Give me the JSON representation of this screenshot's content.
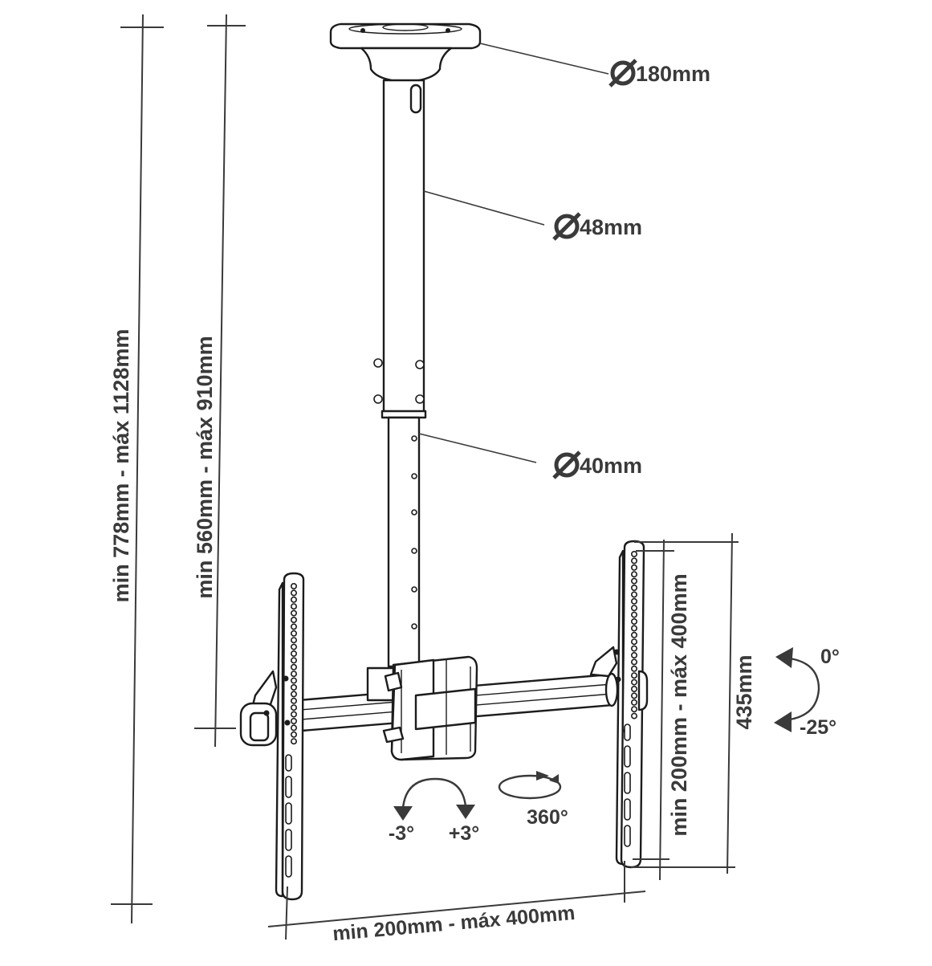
{
  "labels": {
    "ceiling_plate_diameter": "180mm",
    "upper_tube_diameter": "48mm",
    "lower_tube_diameter": "40mm",
    "total_height_range": "min 778mm  -  máx 1128mm",
    "tube_length_range": "min 560mm  -  máx 910mm",
    "vesa_vertical_range": "min 200mm  -  máx 400mm",
    "bracket_height": "435mm",
    "vesa_horizontal_range": "min 200mm - máx 400mm",
    "tilt_top": "0°",
    "tilt_bottom": "-25°",
    "swivel_left": "-3°",
    "swivel_right": "+3°",
    "rotation": "360°"
  },
  "colors": {
    "line": "#1c1c1c",
    "dimension": "#3a3a3a",
    "background": "#ffffff"
  },
  "icons": {
    "diameter_symbol": "diameter-icon",
    "tilt": "curved-double-arrow-icon",
    "swivel": "curved-double-arrow-icon",
    "rotation": "circular-arrow-icon"
  }
}
